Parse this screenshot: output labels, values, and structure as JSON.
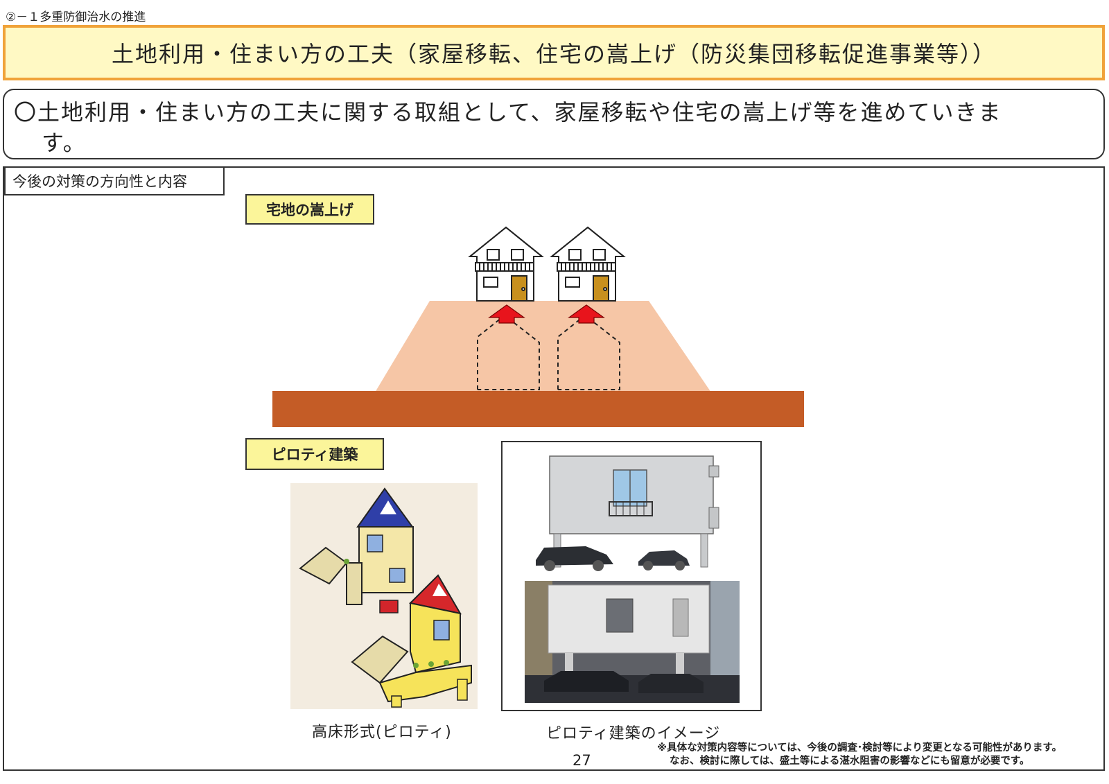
{
  "breadcrumb": "②－１多重防御治水の推進",
  "title": "土地利用・住まい方の工夫（家屋移転、住宅の嵩上げ（防災集団移転促進事業等））",
  "lead": {
    "line1": "〇土地利用・住まい方の工夫に関する取組として、家屋移転や住宅の嵩上げ等を進めていきま",
    "line2": "す。"
  },
  "section_tag": "今後の対策の方向性と内容",
  "labels": {
    "raise": "宅地の嵩上げ",
    "piloti": "ピロティ建築"
  },
  "captions": {
    "left": "高床形式(ピロティ)",
    "right": "ピロティ建築のイメージ"
  },
  "page_number": "27",
  "note": {
    "line1": "※具体な対策内容等については、今後の調査･検討等により変更となる可能性があります。",
    "line2": "なお、検討に際しては、盛土等による湛水阻害の影響などにも留意が必要です。"
  },
  "colors": {
    "title_border": "#f0a33a",
    "title_bg": "#fff9c4",
    "label_bg": "#fbf59a",
    "ground": "#c45c26",
    "embankment": "#f6c6a6",
    "arrow": "#e8141c"
  }
}
